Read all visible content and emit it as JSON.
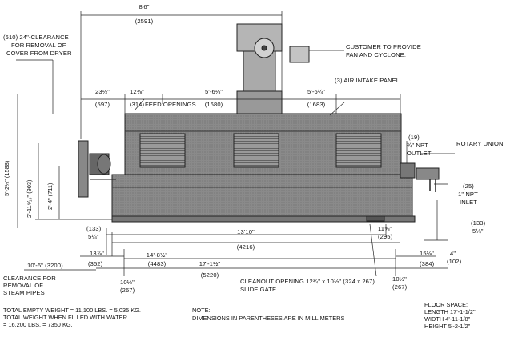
{
  "top": {
    "overall_width": "8'6\"",
    "overall_width_mm": "(2591)",
    "clearance_cover": "(610) 24\"-CLEARANCE",
    "clearance_cover_2": "FOR REMOVAL OF",
    "clearance_cover_3": "COVER FROM DRYER",
    "customer_note_1": "CUSTOMER TO PROVIDE",
    "customer_note_2": "FAN AND CYCLONE."
  },
  "segments": {
    "s1": "23½\"",
    "s1_mm": "(597)",
    "s2": "12⅜\"",
    "s2_mm": "(314)",
    "feed": "FEED OPENINGS",
    "s3": "5'-6⅛\"",
    "s3_mm": "(1680)",
    "s4": "5'-6¼\"",
    "s4_mm": "(1683)",
    "air_intake": "(3) AIR INTAKE PANEL"
  },
  "right": {
    "outlet_1": "(19)",
    "outlet_2": "¾\" NPT",
    "outlet_3": "OUTLET",
    "rotary": "ROTARY UNION",
    "inlet_1": "(25)",
    "inlet_2": "1\" NPT",
    "inlet_3": "INLET",
    "r133": "(133)",
    "r514": "5¼\"",
    "r4": "4\"",
    "r102": "(102)"
  },
  "heights": {
    "overall": "5'-2½\" (1588)",
    "h903": "2'-11⁹⁄₁₆\" (903)",
    "h711": "2'-4\" (711)"
  },
  "bottom": {
    "l133": "(133)",
    "l514": "5¼\"",
    "d13_10": "13'10\"",
    "d4216": "(4216)",
    "d11_58": "11⅝\"",
    "d295": "(295)",
    "d13_78": "13⅞\"",
    "d352": "(352)",
    "d14_812": "14'-8½\"",
    "d4483": "(4483)",
    "d17_112": "17'-1½\"",
    "d5220": "(5220)",
    "d15_18": "15⅛\"",
    "d384": "(384)",
    "d10_6": "10'-6\" (3200)",
    "d10_12a": "10½\"",
    "d267a": "(267)",
    "d10_12b": "10½\"",
    "d267b": "(267)",
    "steam_1": "CLEARANCE FOR",
    "steam_2": "REMOVAL OF",
    "steam_3": "STEAM PIPES",
    "cleanout_1": "CLEANOUT OPENING 12¾\" x 10½\" (324 x 267)",
    "cleanout_2": "SLIDE GATE"
  },
  "footer": {
    "weight_1": "TOTAL EMPTY WEIGHT = 11,100 LBS. = 5,035 KG.",
    "weight_2": "TOTAL WEIGHT WHEN FILLED WITH WATER",
    "weight_3": "= 16,200 LBS. = 7350 KG.",
    "note_1": "NOTE:",
    "note_2": "DIMENSIONS IN PARENTHESES ARE IN MILLIMETERS",
    "floor_1": "FLOOR SPACE:",
    "floor_2": "LENGTH 17'-1-1/2\"",
    "floor_3": "WIDTH 4'-11-1/8\"",
    "floor_4": "HEIGHT 5'-2-1/2\""
  }
}
